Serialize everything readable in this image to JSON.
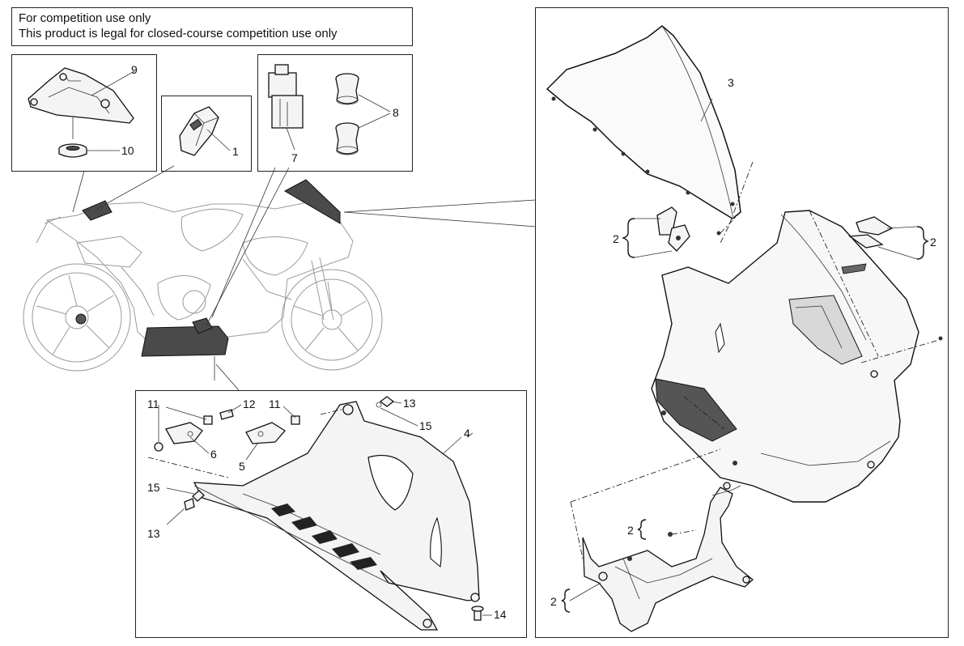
{
  "notice": {
    "line1": "For competition use only",
    "line2": "This product is legal for closed-course competition use only"
  },
  "callouts": {
    "c1": "1",
    "c2a": "2",
    "c2b": "2",
    "c2c": "2",
    "c2d": "2",
    "c3": "3",
    "c4": "4",
    "c5": "5",
    "c6": "6",
    "c7": "7",
    "c8": "8",
    "c9": "9",
    "c10": "10",
    "c11a": "11",
    "c11b": "11",
    "c12": "12",
    "c13a": "13",
    "c13b": "13",
    "c14": "14",
    "c15a": "15",
    "c15b": "15"
  }
}
